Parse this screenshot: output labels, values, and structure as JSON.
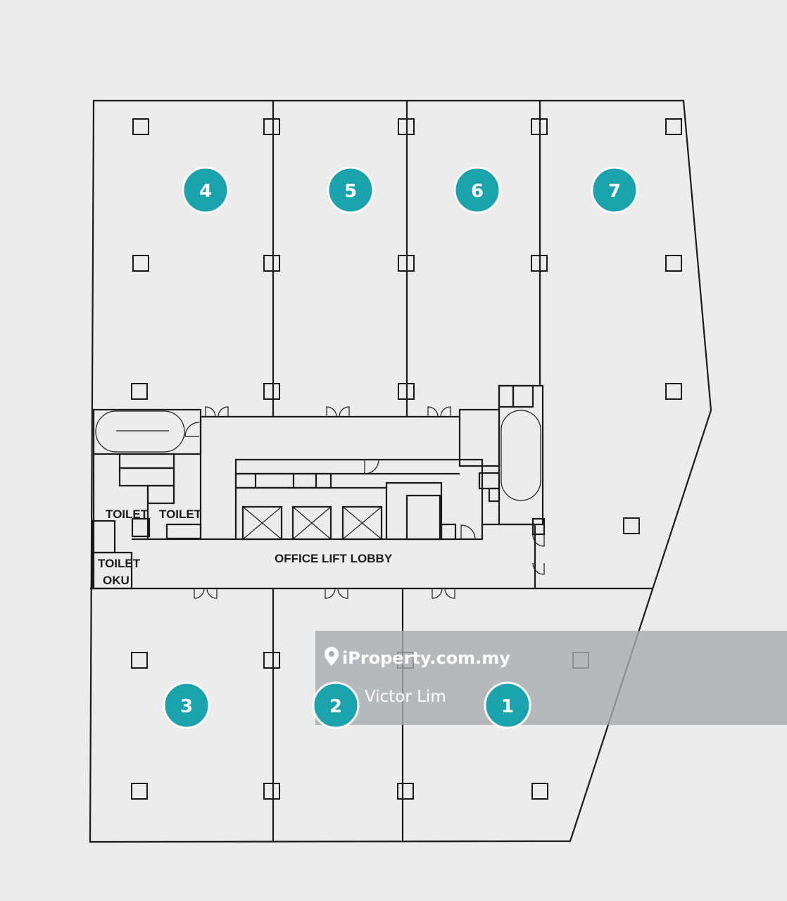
{
  "floor_plan": {
    "units": [
      {
        "id": "4",
        "label": "4"
      },
      {
        "id": "5",
        "label": "5"
      },
      {
        "id": "6",
        "label": "6"
      },
      {
        "id": "7",
        "label": "7"
      },
      {
        "id": "3",
        "label": "3"
      },
      {
        "id": "2",
        "label": "2"
      },
      {
        "id": "1",
        "label": "1"
      }
    ],
    "rooms": {
      "toilet_left": "TOILET",
      "toilet_right": "TOILET",
      "toilet_oku_line1": "TOILET",
      "toilet_oku_line2": "OKU",
      "lobby": "OFFICE LIFT LOBBY"
    },
    "colors": {
      "unit_marker": "#1aa3ad",
      "background": "#ececec",
      "walls": "#1a1a1a"
    }
  },
  "watermark": {
    "brand": "iProperty.com.my",
    "agent": "Victor Lim",
    "icon": "location-pin-icon"
  }
}
